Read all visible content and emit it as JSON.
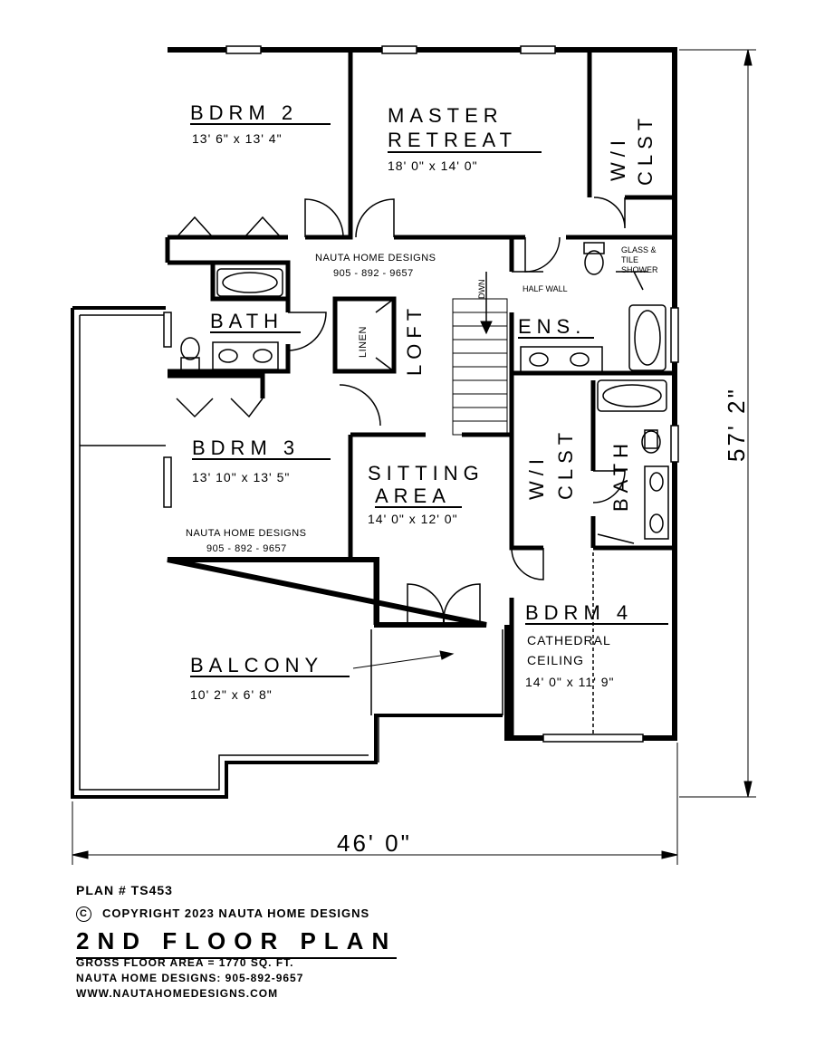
{
  "rooms": {
    "bdrm2": {
      "name": "BDRM 2",
      "dims": "13' 6\" x 13' 4\""
    },
    "master": {
      "name1": "MASTER",
      "name2": "RETREAT",
      "dims": "18' 0\" x 14' 0\""
    },
    "wic_top": {
      "name1": "W/I",
      "name2": "CLST"
    },
    "bath1": {
      "name": "BATH"
    },
    "linen": {
      "name": "LINEN"
    },
    "loft": {
      "name": "LOFT"
    },
    "dwn": {
      "name": "DWN"
    },
    "ens": {
      "name": "ENS."
    },
    "half_wall": {
      "name": "HALF WALL"
    },
    "shower": {
      "line1": "GLASS &",
      "line2": "TILE",
      "line3": "SHOWER"
    },
    "bdrm3": {
      "name": "BDRM 3",
      "dims": "13' 10\" x 13' 5\""
    },
    "sitting": {
      "name1": "SITTING",
      "name2": "AREA",
      "dims": "14' 0\" x 12' 0\""
    },
    "wic_mid": {
      "name1": "W/I",
      "name2": "CLST"
    },
    "bath2": {
      "name": "BATH"
    },
    "bdrm4": {
      "name": "BDRM 4",
      "line1": "CATHEDRAL",
      "line2": "CEILING",
      "dims": "14' 0\" x 11' 9\""
    },
    "balcony": {
      "name": "BALCONY",
      "dims": "10' 2\" x 6' 8\""
    }
  },
  "watermarks": [
    {
      "line1": "NAUTA HOME DESIGNS",
      "line2": "905 - 892 - 9657"
    },
    {
      "line1": "NAUTA HOME DESIGNS",
      "line2": "905 - 892 - 9657"
    }
  ],
  "dimensions": {
    "width": "46' 0\"",
    "depth": "57' 2\""
  },
  "info": {
    "plan_number": "PLAN # TS453",
    "copyright_symbol": "C",
    "copyright": "COPYRIGHT 2023 NAUTA HOME DESIGNS",
    "title": "2ND FLOOR PLAN",
    "gross_area": "GROSS  FLOOR AREA   =   1770  SQ. FT.",
    "phone": "NAUTA HOME DESIGNS:  905-892-9657",
    "website": "WWW.NAUTAHOMEDESIGNS.COM"
  }
}
